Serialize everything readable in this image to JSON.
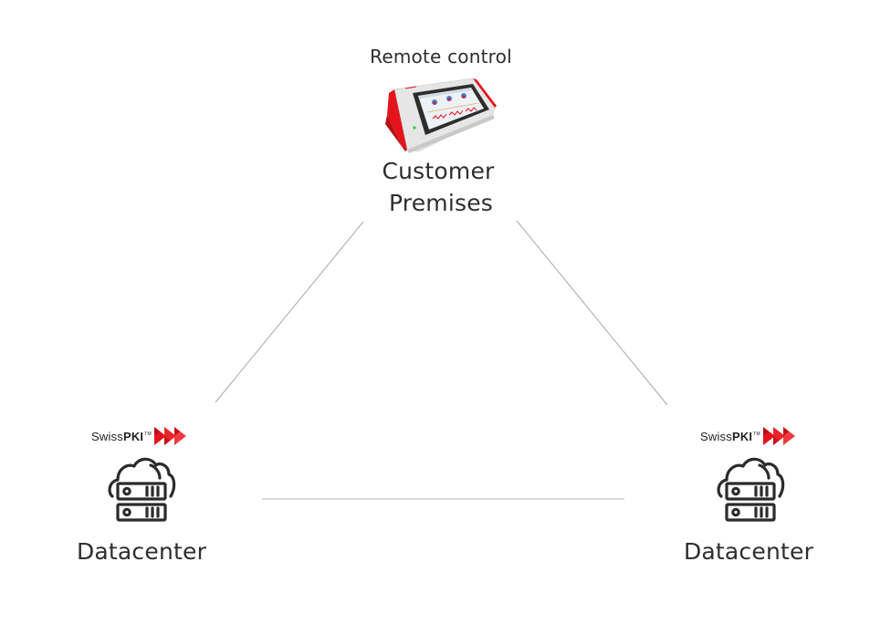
{
  "diagram": {
    "nodes": {
      "customer": {
        "caption_top": "Remote control",
        "title_line1": "Customer",
        "title_line2": "Premises",
        "icon": "control-panel-device-icon"
      },
      "datacenter_left": {
        "brand_prefix": "Swiss",
        "brand_bold": "PKI",
        "brand_tm": "TM",
        "title": "Datacenter",
        "icon": "cloud-server-icon"
      },
      "datacenter_right": {
        "brand_prefix": "Swiss",
        "brand_bold": "PKI",
        "brand_tm": "TM",
        "title": "Datacenter",
        "icon": "cloud-server-icon"
      }
    },
    "connections": [
      {
        "from": "customer",
        "to": "datacenter_left"
      },
      {
        "from": "customer",
        "to": "datacenter_right"
      },
      {
        "from": "datacenter_left",
        "to": "datacenter_right"
      }
    ],
    "colors": {
      "brand_red": "#e3141b",
      "connector": "#a8a8a8",
      "connector_base": "#cfcfcf",
      "text": "#2e2e2e",
      "icon_stroke": "#2b2b2b"
    }
  }
}
